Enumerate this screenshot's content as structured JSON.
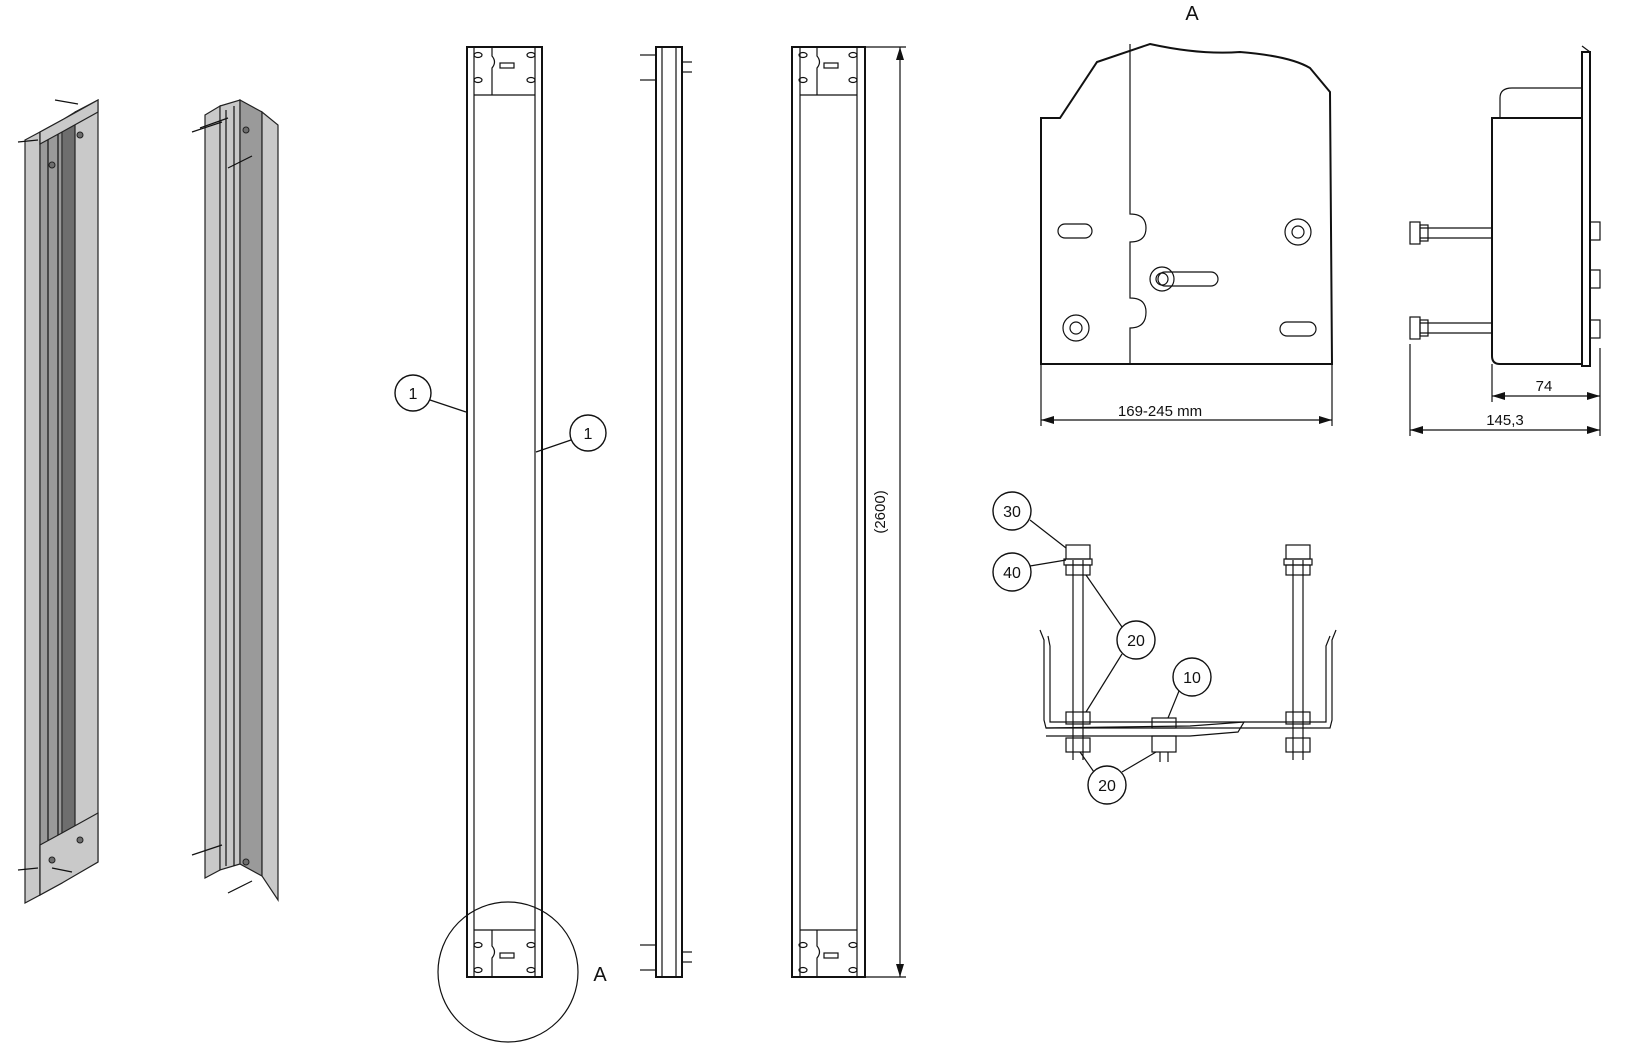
{
  "callouts": {
    "part_left": "1",
    "part_right": "1",
    "detail_ref": "A",
    "item_30": "30",
    "item_40": "40",
    "item_20_top": "20",
    "item_10": "10",
    "item_20_bottom": "20"
  },
  "detail_view": {
    "title": "A",
    "width_dimension": "169-245 mm"
  },
  "side_view": {
    "dim_inner": "74",
    "dim_outer": "145,3"
  },
  "overall_length": "(2600)"
}
